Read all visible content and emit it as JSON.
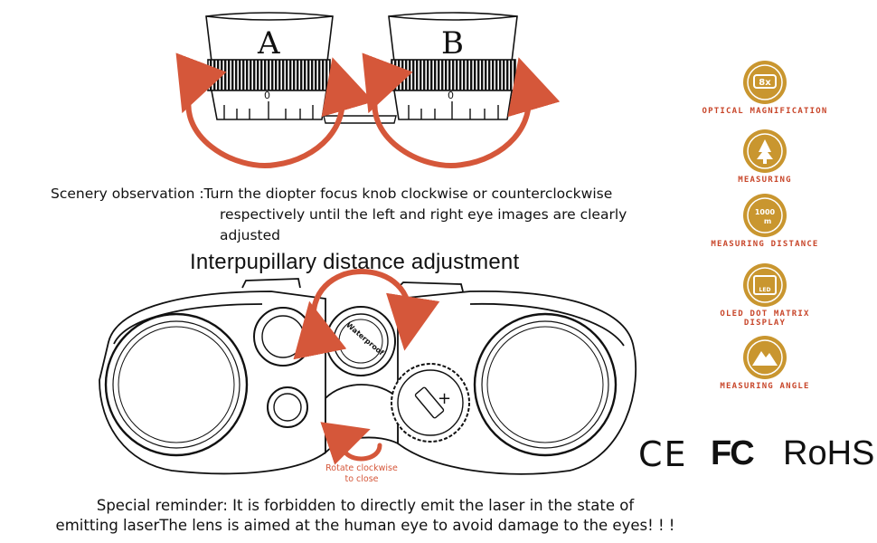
{
  "eyepieces": {
    "left_letter": "A",
    "right_letter": "B",
    "scale_zero": "0"
  },
  "scenery": {
    "line1": "Scenery observation :Turn the diopter focus knob clockwise or counterclockwise",
    "line2": "respectively until the left and right eye images are clearly",
    "line3": "adjusted"
  },
  "ipd_title": "Interpupillary distance adjustment",
  "binocular": {
    "knob_text": "Waterproof",
    "rotate_note_1": "Rotate clockwise",
    "rotate_note_2": "to close"
  },
  "reminder": {
    "line1": "Special reminder: It is forbidden to directly emit the laser in the state of",
    "line2": "emitting laserThe lens is aimed at the human eye to avoid damage to the eyes! ! !"
  },
  "features": [
    {
      "label": "OPTICAL MAGNIFICATION",
      "icon": "8x-icon",
      "icon_text": "8x"
    },
    {
      "label": "MEASURING",
      "icon": "tree-measure-icon"
    },
    {
      "label": "MEASURING DISTANCE",
      "icon": "distance-icon",
      "icon_text": "1000 m"
    },
    {
      "label": "OLED DOT MATRIX DISPLAY",
      "icon": "oled-display-icon",
      "icon_text": "LED"
    },
    {
      "label": "MEASURING ANGLE",
      "icon": "mountain-angle-icon"
    }
  ],
  "certifications": {
    "ce": "CE",
    "fcc": "FC",
    "rohs": "RoHS"
  },
  "colors": {
    "accent": "#d5573a",
    "badge_gold": "#c9962f",
    "badge_dark": "#8a5f1a"
  }
}
